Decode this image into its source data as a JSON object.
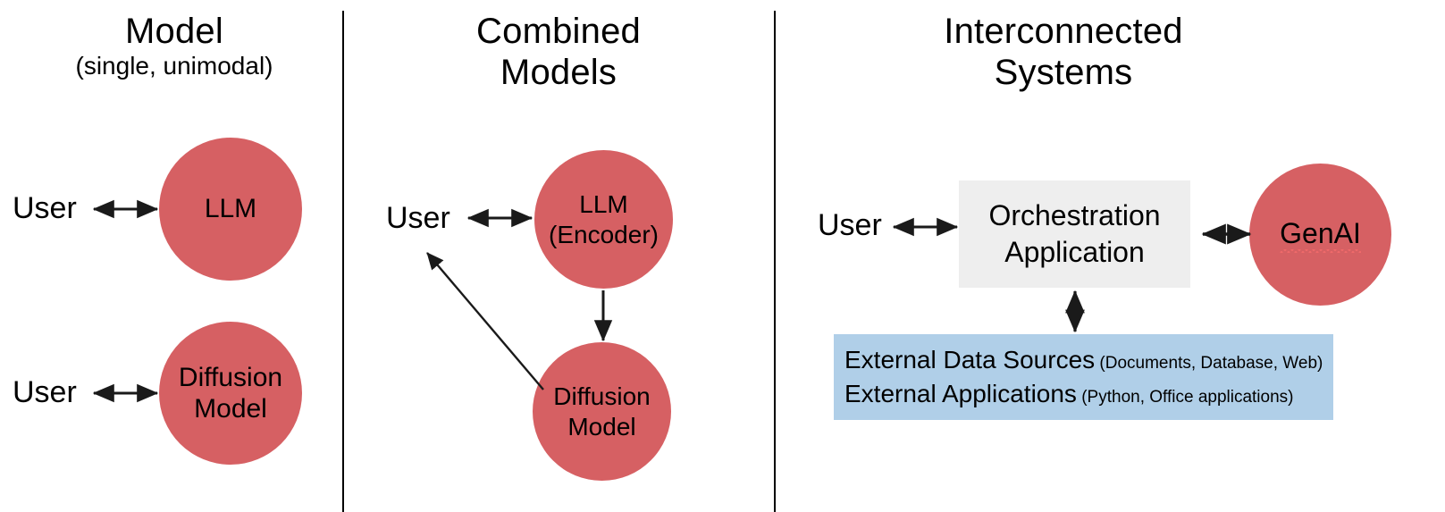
{
  "columns": [
    {
      "id": "model",
      "header_main": "Model",
      "header_sub": "(single, unimodal)",
      "nodes": [
        {
          "id": "llm",
          "label_lines": [
            "LLM"
          ],
          "shape": "circle",
          "color": "#d66063"
        },
        {
          "id": "diffusion",
          "label_lines": [
            "Diffusion",
            "Model"
          ],
          "shape": "circle",
          "color": "#d66063"
        }
      ],
      "actors": [
        {
          "id": "user-llm",
          "label": "User"
        },
        {
          "id": "user-diffusion",
          "label": "User"
        }
      ]
    },
    {
      "id": "combined",
      "header_main": "Combined",
      "header_sub": "Models",
      "nodes": [
        {
          "id": "llm-encoder",
          "label_lines": [
            "LLM",
            "(Encoder)"
          ],
          "shape": "circle",
          "color": "#d66063"
        },
        {
          "id": "diffusion",
          "label_lines": [
            "Diffusion",
            "Model"
          ],
          "shape": "circle",
          "color": "#d66063"
        }
      ],
      "actors": [
        {
          "id": "user",
          "label": "User"
        }
      ]
    },
    {
      "id": "interconnected",
      "header_main": "Interconnected",
      "header_sub": "Systems",
      "nodes": [
        {
          "id": "orchestration",
          "label_lines": [
            "Orchestration",
            "Application"
          ],
          "shape": "rect",
          "color": "#eeeeee"
        },
        {
          "id": "genai",
          "label_lines": [
            "GenAI"
          ],
          "shape": "circle",
          "color": "#d66063",
          "misspelled": true
        }
      ],
      "actors": [
        {
          "id": "user",
          "label": "User"
        }
      ],
      "external_box": {
        "color": "#b0cfe8",
        "rows": [
          {
            "title": "External Data Sources",
            "detail": "(Documents, Database, Web)"
          },
          {
            "title": "External Applications",
            "detail": "(Python, Office applications)"
          }
        ]
      }
    }
  ],
  "colors": {
    "node_fill": "#d66063",
    "orchestration_fill": "#eeeeee",
    "external_fill": "#b0cfe8",
    "arrow": "#1a1a1a",
    "divider": "#000000",
    "spellcheck_underline": "#f06a6a"
  },
  "connectors": [
    {
      "id": "user-llm-single",
      "from": "user",
      "to": "llm",
      "type": "double-arrow",
      "orientation": "horizontal"
    },
    {
      "id": "user-diffusion-single",
      "from": "user",
      "to": "diffusion",
      "type": "double-arrow",
      "orientation": "horizontal"
    },
    {
      "id": "user-llm-encoder",
      "from": "user",
      "to": "llm-encoder",
      "type": "double-arrow",
      "orientation": "horizontal"
    },
    {
      "id": "llm-encoder-to-diffusion",
      "from": "llm-encoder",
      "to": "diffusion",
      "type": "single-arrow",
      "orientation": "vertical-down"
    },
    {
      "id": "diffusion-to-user",
      "from": "diffusion",
      "to": "user",
      "type": "single-arrow",
      "orientation": "diagonal-up-left"
    },
    {
      "id": "user-orchestration",
      "from": "user",
      "to": "orchestration",
      "type": "double-arrow",
      "orientation": "horizontal"
    },
    {
      "id": "orchestration-genai",
      "from": "orchestration",
      "to": "genai",
      "type": "double-arrow",
      "orientation": "horizontal"
    },
    {
      "id": "orchestration-external",
      "from": "orchestration",
      "to": "external-box",
      "type": "double-arrow",
      "orientation": "vertical"
    }
  ]
}
